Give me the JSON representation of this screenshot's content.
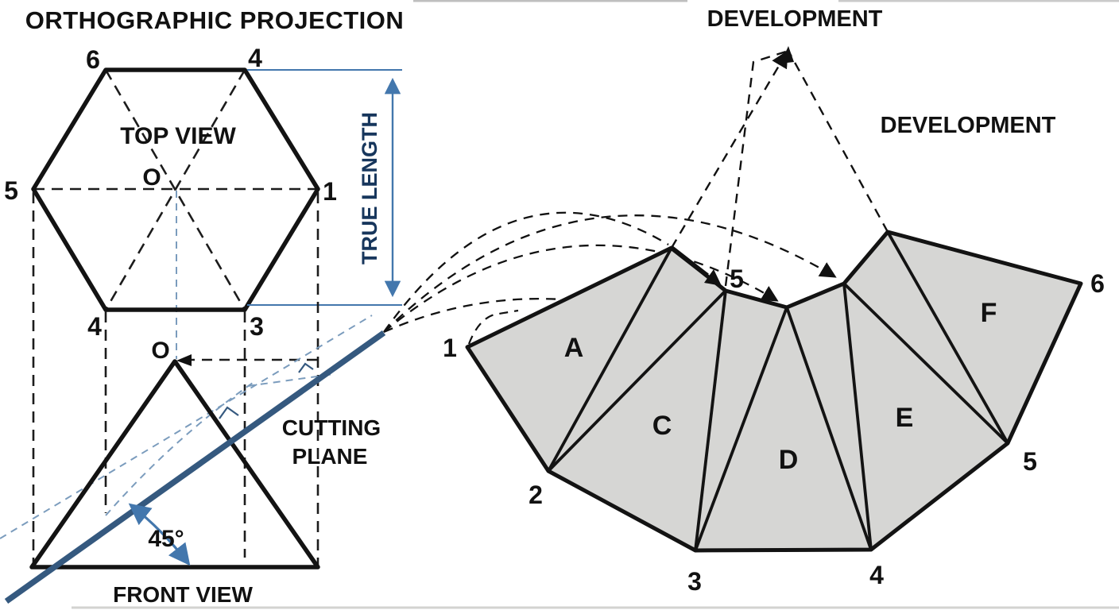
{
  "titles": {
    "orthographic": "ORTHOGRAPHIC PROJECTION",
    "development_top": "DEVELOPMENT",
    "development_side": "DEVELOPMENT"
  },
  "top_view": {
    "label": "TOP VIEW",
    "center_label": "O",
    "vertex_labels": {
      "v6": "6",
      "v4_top": "4",
      "v5": "5",
      "v1": "1",
      "v4_bottom": "4",
      "v3": "3"
    }
  },
  "dimension": {
    "true_length_label": "TRUE LENGTH"
  },
  "front_view": {
    "label": "FRONT VIEW",
    "apex_label": "O",
    "angle_label": "45°",
    "cutting_plane_line1": "CUTTING",
    "cutting_plane_line2": "PLANE"
  },
  "development": {
    "panel_labels": {
      "a": "A",
      "c": "C",
      "d": "D",
      "e": "E",
      "f": "F"
    },
    "vertex_labels": {
      "v1": "1",
      "v2": "2",
      "v3": "3",
      "v4": "4",
      "v5_right": "5",
      "v5_top": "5",
      "v6": "6"
    }
  },
  "colors": {
    "ink": "#111111",
    "panel_fill": "#d6d6d4",
    "cutting_plane_blue": "#35597f",
    "dimension_blue": "#4377ad",
    "construction_blue": "#7b9cbd",
    "background": "#ffffff"
  }
}
